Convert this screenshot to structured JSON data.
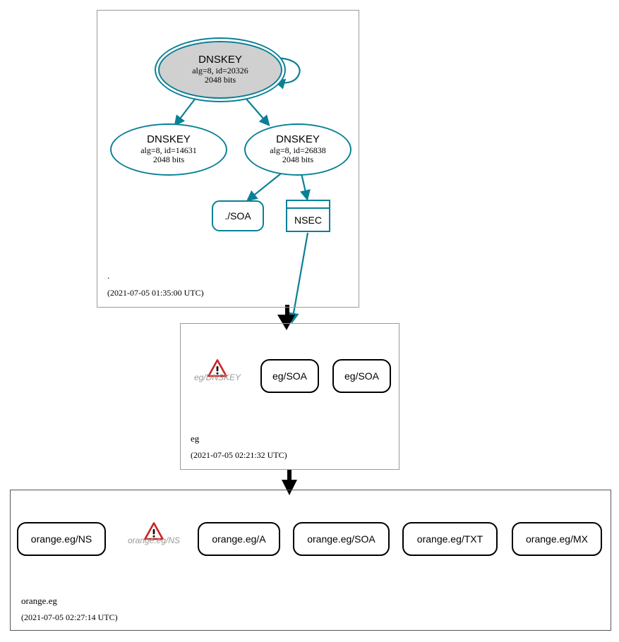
{
  "diagram": {
    "title": "DNSSEC authentication chain for orange.eg",
    "accent_teal": "#0a8096",
    "sep_fill": "#d0d0d0",
    "warn_red": "#cc2222",
    "zone_border": "#9a9a9a"
  },
  "zones": [
    {
      "id": "root",
      "label": ".",
      "timestamp": "(2021-07-05 01:35:00 UTC)"
    },
    {
      "id": "eg",
      "label": "eg",
      "timestamp": "(2021-07-05 02:21:32 UTC)"
    },
    {
      "id": "orange-eg",
      "label": "orange.eg",
      "timestamp": "(2021-07-05 02:27:14 UTC)"
    }
  ],
  "root_zone": {
    "keys": [
      {
        "id": "ksk-20326",
        "title": "DNSKEY",
        "params": "alg=8, id=20326",
        "size": "2048 bits",
        "sep": true
      },
      {
        "id": "zsk-14631",
        "title": "DNSKEY",
        "params": "alg=8, id=14631",
        "size": "2048 bits",
        "sep": false
      },
      {
        "id": "zsk-26838",
        "title": "DNSKEY",
        "params": "alg=8, id=26838",
        "size": "2048 bits",
        "sep": false
      }
    ],
    "records": [
      {
        "id": "root-soa",
        "label": "./SOA",
        "shape": "rounded",
        "color": "teal"
      },
      {
        "id": "root-nsec",
        "label": "NSEC",
        "shape": "table",
        "color": "teal"
      }
    ]
  },
  "eg_zone": {
    "warnings": [
      {
        "id": "eg-dnskey-warn",
        "label": "eg/DNSKEY",
        "icon": "warning-triangle-icon"
      }
    ],
    "records": [
      {
        "id": "eg-soa-1",
        "label": "eg/SOA",
        "shape": "rounded",
        "color": "black"
      },
      {
        "id": "eg-soa-2",
        "label": "eg/SOA",
        "shape": "rounded",
        "color": "black"
      }
    ]
  },
  "orange_zone": {
    "records": [
      {
        "id": "orange-ns",
        "label": "orange.eg/NS",
        "shape": "rounded",
        "color": "black"
      },
      {
        "id": "orange-a",
        "label": "orange.eg/A",
        "shape": "rounded",
        "color": "black"
      },
      {
        "id": "orange-soa",
        "label": "orange.eg/SOA",
        "shape": "rounded",
        "color": "black"
      },
      {
        "id": "orange-txt",
        "label": "orange.eg/TXT",
        "shape": "rounded",
        "color": "black"
      },
      {
        "id": "orange-mx",
        "label": "orange.eg/MX",
        "shape": "rounded",
        "color": "black"
      }
    ],
    "warnings": [
      {
        "id": "orange-ns-warn",
        "label": "orange.eg/NS",
        "icon": "warning-triangle-icon"
      }
    ]
  },
  "edges": [
    {
      "id": "ksk-self-loop",
      "from": "ksk-20326",
      "to": "ksk-20326",
      "color": "teal"
    },
    {
      "id": "ksk-to-zsk14631",
      "from": "ksk-20326",
      "to": "zsk-14631",
      "color": "teal"
    },
    {
      "id": "ksk-to-zsk26838",
      "from": "ksk-20326",
      "to": "zsk-26838",
      "color": "teal"
    },
    {
      "id": "zsk26838-to-soa",
      "from": "zsk-26838",
      "to": "root-soa",
      "color": "teal"
    },
    {
      "id": "zsk26838-to-nsec",
      "from": "zsk-26838",
      "to": "root-nsec",
      "color": "teal"
    },
    {
      "id": "nsec-to-eg",
      "from": "root-nsec",
      "to": "eg",
      "color": "teal"
    },
    {
      "id": "root-to-eg",
      "from": "root",
      "to": "eg",
      "color": "black"
    },
    {
      "id": "eg-to-orange",
      "from": "eg",
      "to": "orange-eg",
      "color": "black"
    }
  ]
}
